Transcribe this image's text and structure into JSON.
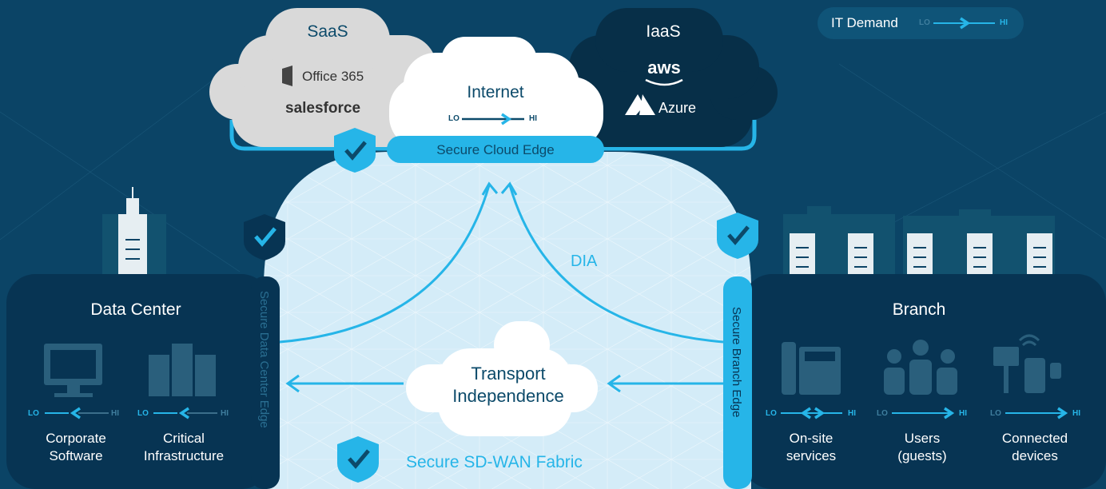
{
  "legend": {
    "title": "IT Demand",
    "lo": "LO",
    "hi": "HI"
  },
  "saas": {
    "title": "SaaS",
    "app1": "Office 365",
    "app2": "salesforce"
  },
  "internet": {
    "title": "Internet",
    "lo": "LO",
    "hi": "HI"
  },
  "iaas": {
    "title": "IaaS",
    "app1": "aws",
    "app2": "Azure"
  },
  "edges": {
    "cloud": "Secure Cloud Edge",
    "datacenter": "Secure Data Center Edge",
    "branch": "Secure Branch Edge"
  },
  "fabric": {
    "dia": "DIA",
    "transport_line1": "Transport",
    "transport_line2": "Independence",
    "title": "Secure SD-WAN Fabric"
  },
  "datacenter": {
    "title": "Data Center",
    "items": [
      {
        "line1": "Corporate",
        "line2": "Software",
        "lo": "LO",
        "hi": "HI",
        "icon": "monitor"
      },
      {
        "line1": "Critical",
        "line2": "Infrastructure",
        "lo": "LO",
        "hi": "HI",
        "icon": "server-rack"
      }
    ]
  },
  "branch": {
    "title": "Branch",
    "items": [
      {
        "line1": "On-site",
        "line2": "services",
        "lo": "LO",
        "hi": "HI",
        "icon": "phone"
      },
      {
        "line1": "Users",
        "line2": "(guests)",
        "lo": "LO",
        "hi": "HI",
        "icon": "users"
      },
      {
        "line1": "Connected",
        "line2": "devices",
        "lo": "LO",
        "hi": "HI",
        "icon": "devices"
      }
    ]
  },
  "colors": {
    "background": "#0b4466",
    "accent": "#26b5e8",
    "navy": "#0c4a6a",
    "fabric": "#d4ecf8",
    "saas_cloud": "#d9d9d9"
  }
}
